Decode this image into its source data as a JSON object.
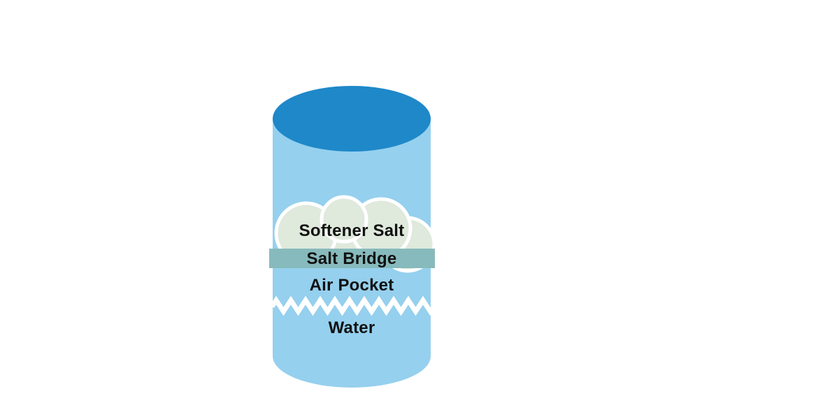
{
  "diagram": {
    "labels": {
      "softener_salt": "Softener Salt",
      "salt_bridge": "Salt Bridge",
      "air_pocket": "Air Pocket",
      "water": "Water"
    },
    "colors": {
      "background": "#ffffff",
      "tank_top": "#1e88c9",
      "tank_body": "#95d0ee",
      "salt_pile": "#dfe9dc",
      "salt_pile_outline": "#ffffff",
      "salt_bridge_band": "#87babc",
      "water_line": "#ffffff",
      "label_text": "#111111"
    }
  }
}
